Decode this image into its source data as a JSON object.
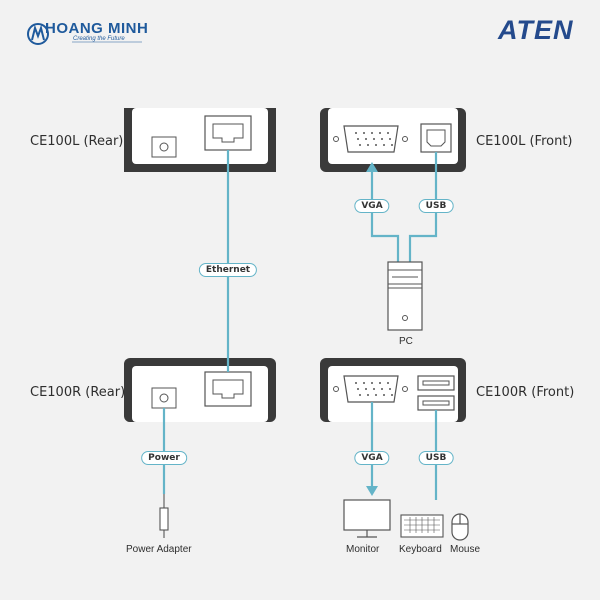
{
  "brand": {
    "name": "HOANG MINH",
    "slogan": "Creating the Future",
    "partner": "ATEN"
  },
  "devices": {
    "ce100l_rear": "CE100L (Rear)",
    "ce100l_front": "CE100L (Front)",
    "ce100r_rear": "CE100R (Rear)",
    "ce100r_front": "CE100R (Front)"
  },
  "connections": {
    "ethernet": "Ethernet",
    "vga_top": "VGA",
    "usb_top": "USB",
    "power": "Power",
    "vga_bottom": "VGA",
    "usb_bottom": "USB"
  },
  "endpoints": {
    "pc": "PC",
    "power_adapter": "Power Adapter",
    "monitor": "Monitor",
    "keyboard": "Keyboard",
    "mouse": "Mouse"
  },
  "colors": {
    "cable": "#64b4c8",
    "device": "#3a3a3a",
    "port": "#ffffff",
    "outline": "#555555"
  }
}
